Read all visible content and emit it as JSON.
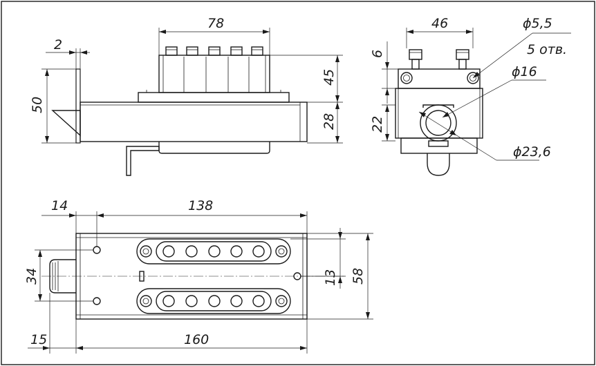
{
  "drawing": {
    "side_view": {
      "dim_width_top": "78",
      "dim_flange": "2",
      "dim_height_total": "50",
      "dim_upper_part": "45",
      "dim_lower_part": "28"
    },
    "end_view": {
      "dim_width": "46",
      "dim_hole_diameter": "ϕ5,5",
      "dim_hole_count": "5 отв.",
      "dim_offset_top": "6",
      "dim_inner_diameter": "ϕ16",
      "dim_height": "22",
      "dim_outer_diameter": "ϕ23,6"
    },
    "top_view": {
      "dim_flange_offset": "14",
      "dim_body_length": "138",
      "dim_knob_width": "34",
      "dim_hole_offset": "13",
      "dim_body_width": "58",
      "dim_left_offset": "15",
      "dim_total_length": "160"
    }
  }
}
